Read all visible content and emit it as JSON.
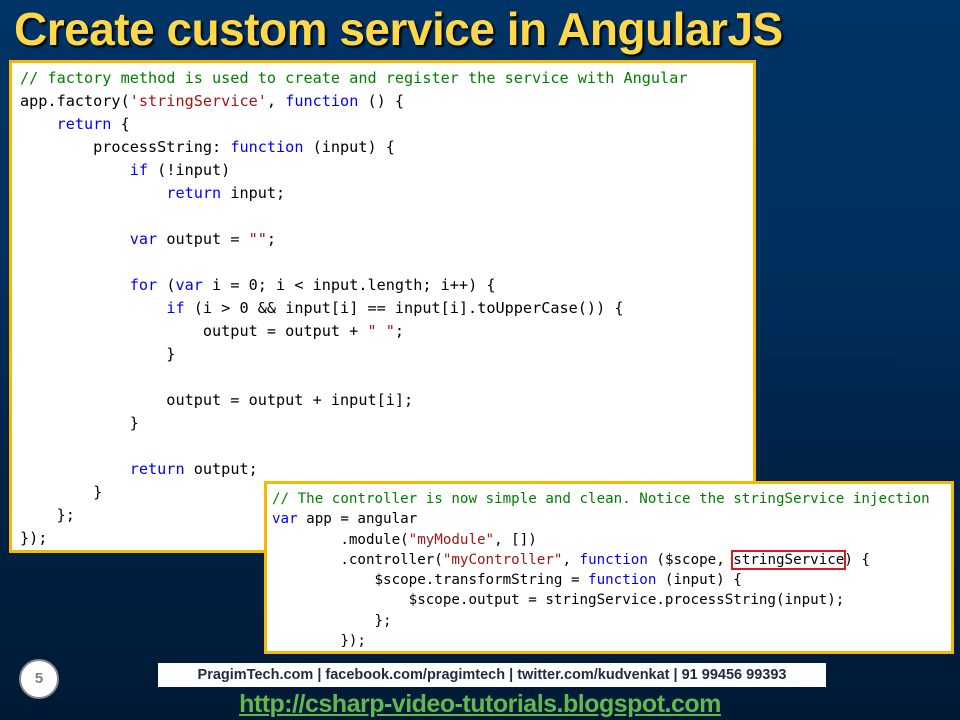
{
  "slide": {
    "title": "Create custom service in AngularJS",
    "page_number": "5",
    "colors": {
      "background": "#003366",
      "title": "#ffd84a",
      "code_border": "#f7b800",
      "highlight_box": "#e0161b",
      "link": "#5fb94f"
    }
  },
  "code_block_1": {
    "lines": [
      [
        {
          "t": "// factory method is used to create and register the service with Angular",
          "c": "cm"
        }
      ],
      [
        {
          "t": "app.factory(",
          "c": "pl"
        },
        {
          "t": "'stringService'",
          "c": "st"
        },
        {
          "t": ", ",
          "c": "pl"
        },
        {
          "t": "function",
          "c": "kw"
        },
        {
          "t": " () {",
          "c": "pl"
        }
      ],
      [
        {
          "t": "    ",
          "c": "pl"
        },
        {
          "t": "return",
          "c": "kw"
        },
        {
          "t": " {",
          "c": "pl"
        }
      ],
      [
        {
          "t": "        processString: ",
          "c": "pl"
        },
        {
          "t": "function",
          "c": "kw"
        },
        {
          "t": " (input) {",
          "c": "pl"
        }
      ],
      [
        {
          "t": "            ",
          "c": "pl"
        },
        {
          "t": "if",
          "c": "kw"
        },
        {
          "t": " (!input)",
          "c": "pl"
        }
      ],
      [
        {
          "t": "                ",
          "c": "pl"
        },
        {
          "t": "return",
          "c": "kw"
        },
        {
          "t": " input;",
          "c": "pl"
        }
      ],
      [
        {
          "t": "",
          "c": "pl"
        }
      ],
      [
        {
          "t": "            ",
          "c": "pl"
        },
        {
          "t": "var",
          "c": "kw"
        },
        {
          "t": " output = ",
          "c": "pl"
        },
        {
          "t": "\"\"",
          "c": "st"
        },
        {
          "t": ";",
          "c": "pl"
        }
      ],
      [
        {
          "t": "",
          "c": "pl"
        }
      ],
      [
        {
          "t": "            ",
          "c": "pl"
        },
        {
          "t": "for",
          "c": "kw"
        },
        {
          "t": " (",
          "c": "pl"
        },
        {
          "t": "var",
          "c": "kw"
        },
        {
          "t": " i = 0; i < input.length; i++) {",
          "c": "pl"
        }
      ],
      [
        {
          "t": "                ",
          "c": "pl"
        },
        {
          "t": "if",
          "c": "kw"
        },
        {
          "t": " (i > 0 && input[i] == input[i].toUpperCase()) {",
          "c": "pl"
        }
      ],
      [
        {
          "t": "                    output = output + ",
          "c": "pl"
        },
        {
          "t": "\" \"",
          "c": "st"
        },
        {
          "t": ";",
          "c": "pl"
        }
      ],
      [
        {
          "t": "                }",
          "c": "pl"
        }
      ],
      [
        {
          "t": "",
          "c": "pl"
        }
      ],
      [
        {
          "t": "                output = output + input[i];",
          "c": "pl"
        }
      ],
      [
        {
          "t": "            }",
          "c": "pl"
        }
      ],
      [
        {
          "t": "",
          "c": "pl"
        }
      ],
      [
        {
          "t": "            ",
          "c": "pl"
        },
        {
          "t": "return",
          "c": "kw"
        },
        {
          "t": " output;",
          "c": "pl"
        }
      ],
      [
        {
          "t": "        }",
          "c": "pl"
        }
      ],
      [
        {
          "t": "    };",
          "c": "pl"
        }
      ],
      [
        {
          "t": "});",
          "c": "pl"
        }
      ]
    ]
  },
  "code_block_2": {
    "lines": [
      [
        {
          "t": "// The controller is now simple and clean. Notice the stringService injection",
          "c": "cm"
        }
      ],
      [
        {
          "t": "var",
          "c": "kw"
        },
        {
          "t": " app = angular",
          "c": "pl"
        }
      ],
      [
        {
          "t": "        .module(",
          "c": "pl"
        },
        {
          "t": "\"myModule\"",
          "c": "st"
        },
        {
          "t": ", [])",
          "c": "pl"
        }
      ],
      [
        {
          "t": "        .controller(",
          "c": "pl"
        },
        {
          "t": "\"myController\"",
          "c": "st"
        },
        {
          "t": ", ",
          "c": "pl"
        },
        {
          "t": "function",
          "c": "kw"
        },
        {
          "t": " ($scope, ",
          "c": "pl"
        },
        {
          "t": "stringService",
          "c": "pl hl"
        },
        {
          "t": ") {",
          "c": "pl"
        }
      ],
      [
        {
          "t": "            $scope.transformString = ",
          "c": "pl"
        },
        {
          "t": "function",
          "c": "kw"
        },
        {
          "t": " (input) {",
          "c": "pl"
        }
      ],
      [
        {
          "t": "                $scope.output = stringService.processString(input);",
          "c": "pl"
        }
      ],
      [
        {
          "t": "            };",
          "c": "pl"
        }
      ],
      [
        {
          "t": "        });",
          "c": "pl"
        }
      ]
    ],
    "highlighted_token": "stringService"
  },
  "footer": {
    "contact": "PragimTech.com | facebook.com/pragimtech  | twitter.com/kudvenkat  | 91 99456 99393",
    "link": "http://csharp-video-tutorials.blogspot.com"
  }
}
